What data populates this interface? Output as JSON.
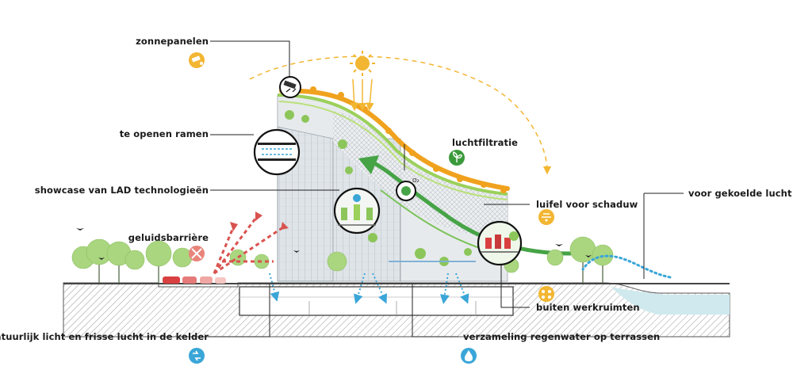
{
  "labels": {
    "zonnepanelen": "zonnepanelen",
    "ramen": "te openen ramen",
    "showcase": "showcase van LAD technologieën",
    "geluid": "geluidsbarrière",
    "licht_kelder": "natuurlijk licht en frisse lucht in de kelder",
    "luchtfiltratie": "luchtfiltratie",
    "luifel": "luifel voor schaduw",
    "gekoelde": "voor gekoelde lucht",
    "werkruimten": "buiten werkruimten",
    "regenwater": "verzameling regenwater op  terrassen"
  },
  "gas_label": "O₂",
  "colors": {
    "solar": "#f2b632",
    "roof": "#f0a21e",
    "green": "#3a9a3a",
    "red_dash": "#d9534f",
    "blue": "#3aa6d8",
    "noise": "#e8847a",
    "water": "#cfe9ee"
  },
  "icons": [
    "solar-panel-icon",
    "window-icon",
    "tech-icon",
    "noise-barrier-icon",
    "daylight-icon",
    "air-filter-icon",
    "shade-icon",
    "cool-air-icon",
    "workspace-icon",
    "rainwater-icon",
    "sun-icon",
    "bird-icon"
  ]
}
